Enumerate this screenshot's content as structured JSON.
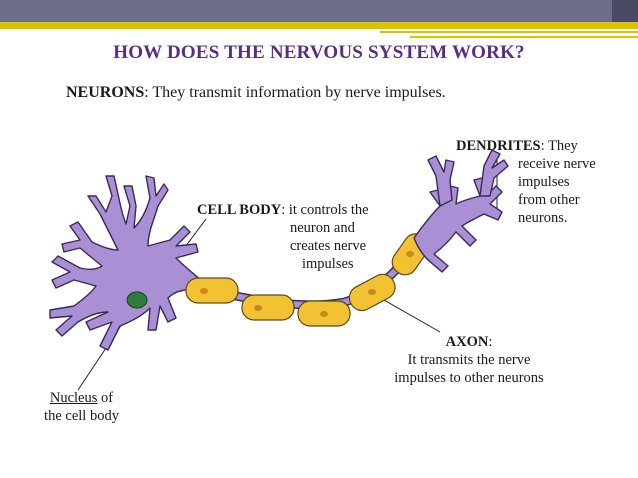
{
  "slide": {
    "title": "HOW DOES THE NERVOUS SYSTEM WORK?",
    "intro": {
      "term": "NEURONS",
      "text": ": They transmit information by nerve impulses."
    }
  },
  "labels": {
    "dendrites": {
      "term": "DENDRITES",
      "line1_text": ": They",
      "lines": [
        "receive nerve",
        "impulses",
        "from other",
        "neurons."
      ]
    },
    "cell_body": {
      "term": "CELL BODY",
      "line1_text": ": it controls the",
      "lines": [
        "neuron and",
        "creates nerve"
      ],
      "last_line": "impulses"
    },
    "axon": {
      "term": "AXON",
      "line1_text": ":",
      "lines": [
        "It transmits the nerve",
        "impulses to other neurons"
      ]
    },
    "nucleus": {
      "term": "Nucleus",
      "line1_text": " of",
      "line2": "the cell body"
    }
  },
  "colors": {
    "neuron_fill": "#a98fd4",
    "neuron_stroke": "#3a2a5a",
    "myelin_fill": "#f2c232",
    "nucleus_fill": "#2e7d3a",
    "title_color": "#5b2c84",
    "accent_gold": "#d9c400",
    "header_bar": "#6e6e8a"
  }
}
